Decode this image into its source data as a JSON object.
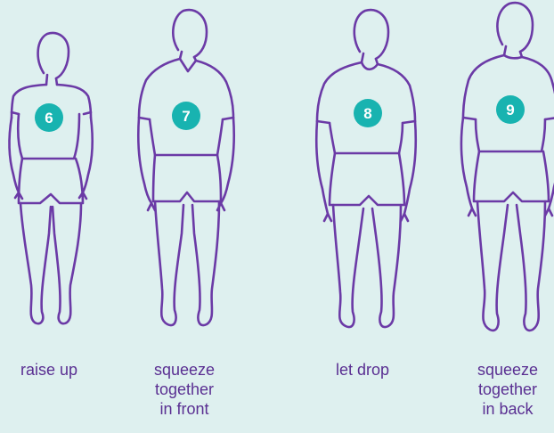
{
  "figures": [
    {
      "number": "6",
      "caption_lines": [
        "raise up"
      ]
    },
    {
      "number": "7",
      "caption_lines": [
        "squeeze",
        "together",
        "in front"
      ]
    },
    {
      "number": "8",
      "caption_lines": [
        "let drop"
      ]
    },
    {
      "number": "9",
      "caption_lines": [
        "squeeze",
        "together",
        "in back"
      ]
    }
  ],
  "colors": {
    "background": "#def0ef",
    "outline": "#6b3aa6",
    "badge": "#18b3b0",
    "caption_text": "#5a2f92"
  }
}
